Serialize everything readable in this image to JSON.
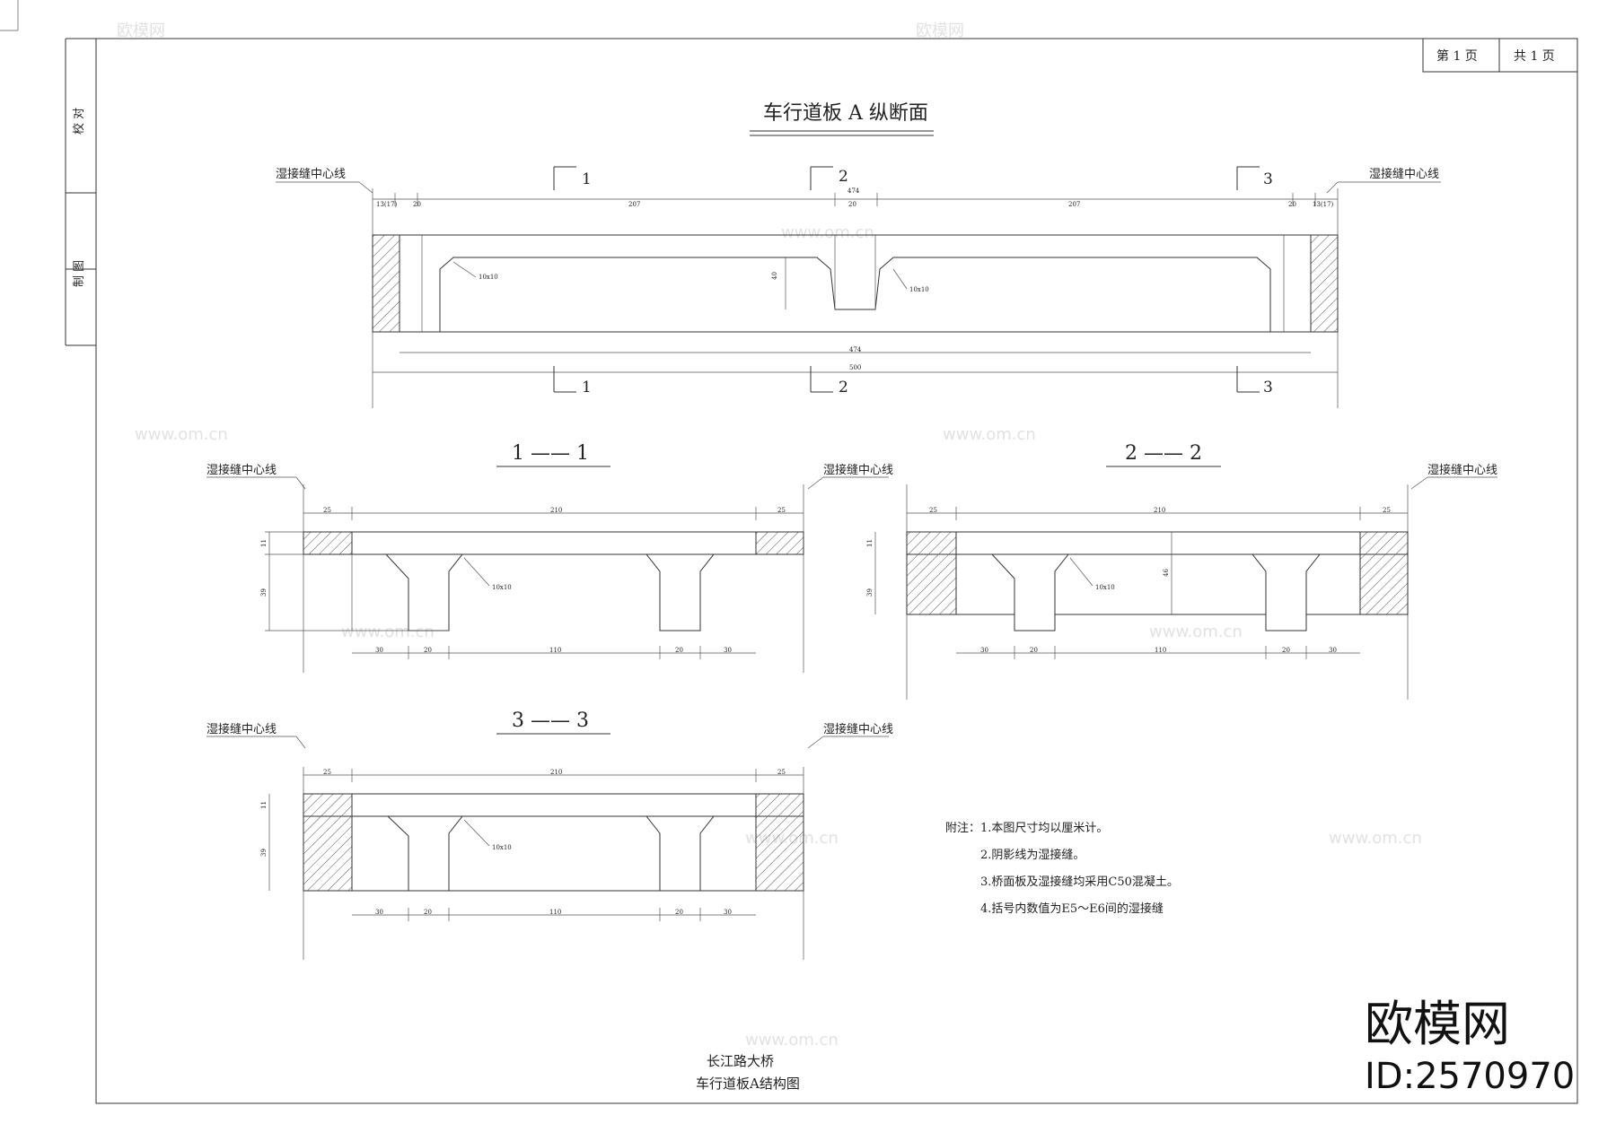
{
  "page": {
    "page_label": "第 1 页",
    "total_label": "共 1 页"
  },
  "sidebar": {
    "review": "校 对",
    "drafter": "制 图"
  },
  "drawing": {
    "main_title": "车行道板 A 纵断面",
    "joint_label": "湿接缝中心线",
    "sections": {
      "s1": {
        "num": "1",
        "title": "1 —— 1"
      },
      "s2": {
        "num": "2",
        "title": "2 —— 2"
      },
      "s3": {
        "num": "3",
        "title": "3 —— 3"
      }
    },
    "long_dims": {
      "joint_left": "13(17)",
      "joint_right": "13(17)",
      "edge": "20",
      "span": "207",
      "mid": "20",
      "top_total": "474",
      "height": "40",
      "bottom_inner": "474",
      "bottom_total": "500",
      "chamfer": "10x10"
    },
    "cross_dims": {
      "edge": "25",
      "total": "210",
      "web_side": "30",
      "web": "20",
      "center": "110",
      "deck": "11",
      "depth": "39",
      "depth2": "46",
      "chamfer": "10x10"
    }
  },
  "notes": {
    "n1": "附注：1.本图尺寸均以厘米计。",
    "n2": "2.阴影线为湿接缝。",
    "n3": "3.桥面板及湿接缝均采用C50混凝土。",
    "n4": "4.括号内数值为E5～E6间的湿接缝"
  },
  "title_block": {
    "project": "长江路大桥",
    "drawing_name": "车行道板A结构图"
  },
  "watermark": {
    "brand": "欧模网",
    "site": "www.om.cn",
    "id": "ID:2570970"
  }
}
